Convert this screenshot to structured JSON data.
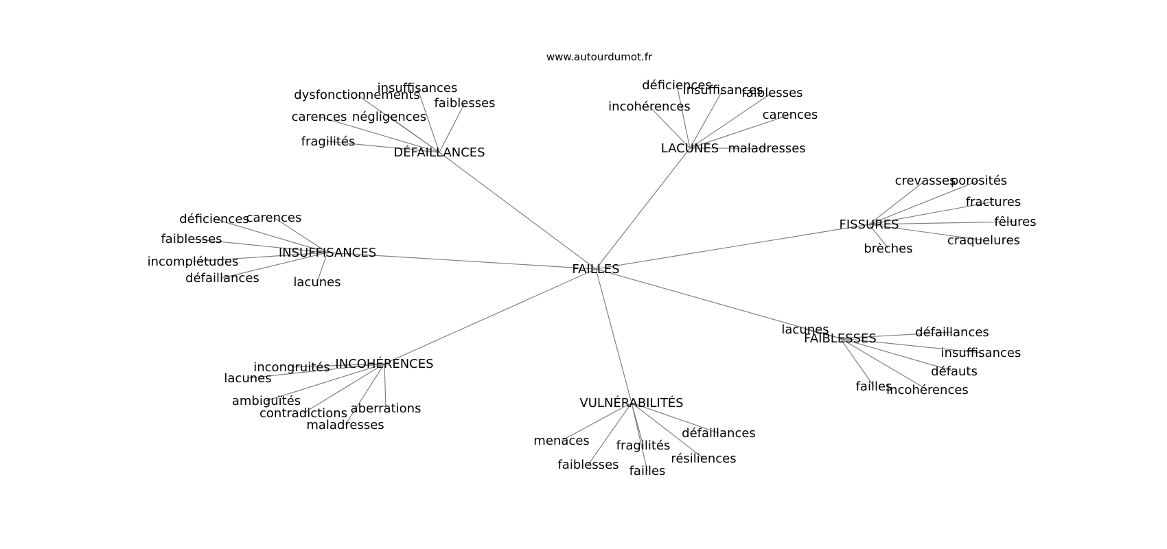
{
  "source": "www.autourdumot.fr",
  "root": "FAILLES",
  "groups": [
    {
      "label": "DÉFAILLANCES",
      "children": [
        "insuffisances",
        "dysfonctionnements",
        "faiblesses",
        "carences",
        "négligences",
        "fragilités"
      ]
    },
    {
      "label": "LACUNES",
      "children": [
        "déficiences",
        "insuffisances",
        "faiblesses",
        "incohérences",
        "carences",
        "maladresses"
      ]
    },
    {
      "label": "INSUFFISANCES",
      "children": [
        "déficiences",
        "carences",
        "faiblesses",
        "incomplétudes",
        "défaillances",
        "lacunes"
      ]
    },
    {
      "label": "FISSURES",
      "children": [
        "crevasses",
        "porosités",
        "fractures",
        "fêlures",
        "craquelures",
        "brèches"
      ]
    },
    {
      "label": "FAIBLESSES",
      "children": [
        "lacunes",
        "défaillances",
        "insuffisances",
        "défauts",
        "failles",
        "incohérences"
      ]
    },
    {
      "label": "INCOHÉRENCES",
      "children": [
        "incongruités",
        "lacunes",
        "ambiguïtés",
        "contradictions",
        "aberrations",
        "maladresses"
      ]
    },
    {
      "label": "VULNÉRABILITÉS",
      "children": [
        "menaces",
        "fragilités",
        "défaillances",
        "faiblesses",
        "failles",
        "résiliences"
      ]
    }
  ]
}
